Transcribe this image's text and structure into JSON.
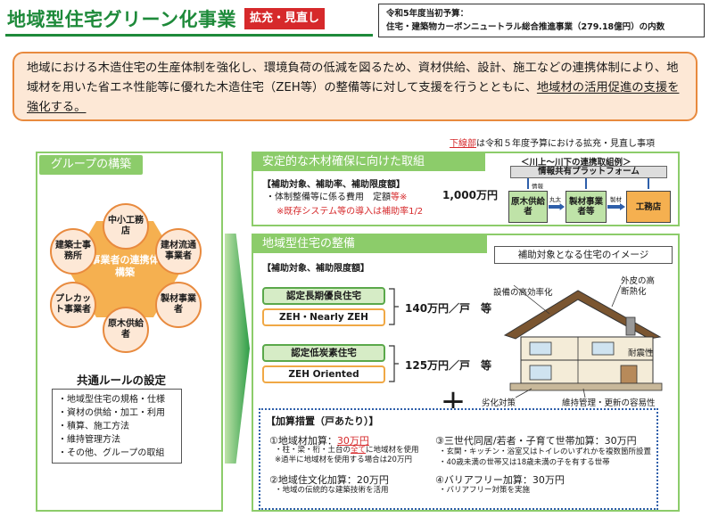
{
  "header": {
    "title": "地域型住宅グリーン化事業",
    "tag": "拡充・見直し",
    "budget_line1": "令和5年度当初予算：",
    "budget_line2": "住宅・建築物カーボンニュートラル総合推進事業（279.18億円）の内数"
  },
  "summary": {
    "text_a": "地域における木造住宅の生産体制を強化し、環境負荷の低減を図るため、資材供給、設計、施工などの連携体制により、地域材を用いた省エネ性能等に優れた木造住宅（ZEH等）の整備等に対して支援を行うとともに、",
    "text_b": "地域材の活用促進の支援を強化する。"
  },
  "note": {
    "red": "下線部",
    "rest": "は令和５年度予算における拡充・見直し事項"
  },
  "group": {
    "header": "グループの構築",
    "center": "調達事業者の連携体制の構築",
    "members": [
      "中小工務店",
      "建材流通事業者",
      "製材事業者",
      "原木供給者",
      "プレカット事業者",
      "建築士事務所"
    ],
    "common_title": "共通ルールの設定",
    "rules": [
      "・地域型住宅の規格・仕様",
      "・資材の供給・加工・利用",
      "・積算、施工方法",
      "・維持管理方法",
      "・その他、グループの取組"
    ]
  },
  "timber": {
    "header": "安定的な木材確保に向けた取組",
    "label": "【補助対象、補助率、補助限度額】",
    "item": "・体制整備等に係る費用　定額",
    "item_red": "等※",
    "price": "1,000万円",
    "sub": "※既存システム等の導入は補助率1/2",
    "flow_caption": "＜川上～川下の連携取組例＞",
    "platform": "情報共有プラットフォーム",
    "boxes": [
      "原木供給者",
      "製材事業者等",
      "工務店"
    ],
    "info": "情報",
    "logs": "丸太",
    "lumber": "製材"
  },
  "housing": {
    "header": "地域型住宅の整備",
    "label": "【補助対象、補助限度額】",
    "image_title": "補助対象となる住宅のイメージ",
    "pills": [
      "認定長期優良住宅",
      "ZEH・Nearly ZEH",
      "認定低炭素住宅",
      "ZEH Oriented"
    ],
    "price1": "140万円／戸　等",
    "price2": "125万円／戸　等",
    "plus": "＋",
    "house_labels": [
      "設備の高効率化",
      "外皮の高断熱化",
      "耐震性",
      "劣化対策",
      "維持管理・更新の容易性"
    ]
  },
  "additions": {
    "title": "【加算措置（戸あたり）】",
    "a1_head": "①地域材加算：",
    "a1_amount": "30万円",
    "a1_sub1_a": "・柱・梁・桁・土台の",
    "a1_sub1_ul": "全て",
    "a1_sub1_b": "に地域材を使用",
    "a1_sub2": "※過半に地域材を使用する場合は20万円",
    "a2_head": "②地域住文化加算：20万円",
    "a2_sub": "・地域の伝統的な建築技術を活用",
    "a3_head": "③三世代同居/若者・子育て世帯加算：30万円",
    "a3_sub1": "・玄関・キッチン・浴室又はトイレのいずれかを複数箇所設置",
    "a3_sub2": "・40歳未満の世帯又は18歳未満の子を有する世帯",
    "a4_head": "④バリアフリー加算：30万円",
    "a4_sub": "・バリアフリー対策を実施"
  },
  "colors": {
    "green": "#8ccc6a",
    "dark_green": "#1e8a3a",
    "orange": "#e88a3e",
    "red": "#d6292b",
    "blue": "#2e5faa"
  }
}
